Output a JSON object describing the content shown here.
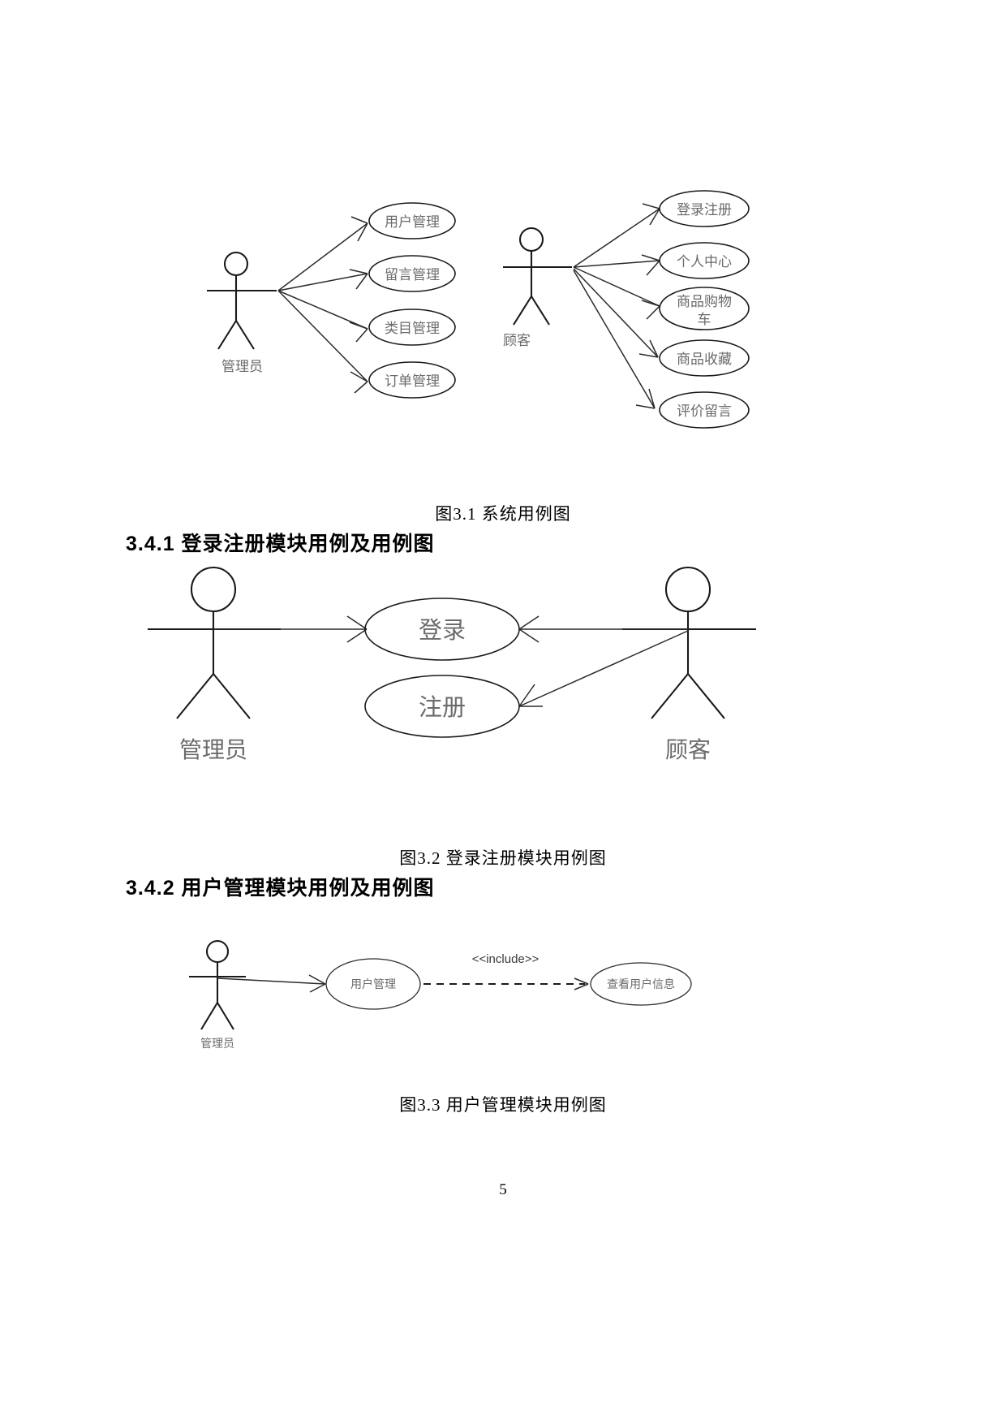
{
  "document": {
    "page_number": "5"
  },
  "figure1": {
    "caption": "图3.1 系统用例图",
    "admin_actor": "管理员",
    "customer_actor": "顾客",
    "admin_use_cases": [
      "用户管理",
      "留言管理",
      "类目管理",
      "订单管理"
    ],
    "customer_use_cases": [
      "登录注册",
      "个人中心",
      "商品购物车",
      "商品收藏",
      "评价留言"
    ],
    "customer_use_case_3_line1": "商品购物",
    "customer_use_case_3_line2": "车"
  },
  "section1": {
    "heading": "3.4.1 登录注册模块用例及用例图"
  },
  "figure2": {
    "caption": "图3.2 登录注册模块用例图",
    "admin_actor": "管理员",
    "customer_actor": "顾客",
    "use_cases": [
      "登录",
      "注册"
    ]
  },
  "section2": {
    "heading": "3.4.2 用户管理模块用例及用例图"
  },
  "figure3": {
    "caption": "图3.3 用户管理模块用例图",
    "admin_actor": "管理员",
    "use_case_main": "用户管理",
    "use_case_included": "查看用户信息",
    "stereotype": "<<include>>"
  },
  "colors": {
    "text": "#000000",
    "diagram_label": "#6b6b6b",
    "diagram_stroke": "#1a1a1a"
  }
}
